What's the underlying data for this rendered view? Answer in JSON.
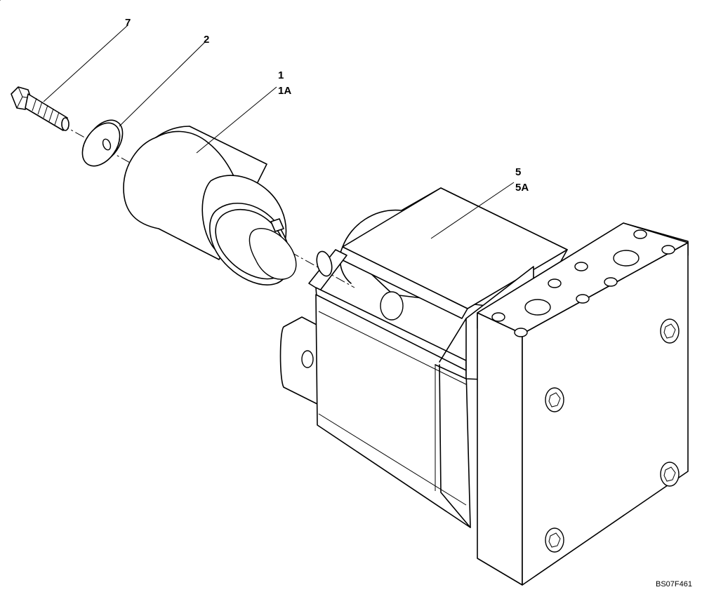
{
  "callouts": {
    "bolt": "7",
    "washer": "2",
    "coupling": "1",
    "coupling_alt": "1A",
    "motor": "5",
    "motor_alt": "5A"
  },
  "figure_code": "BS07F461"
}
